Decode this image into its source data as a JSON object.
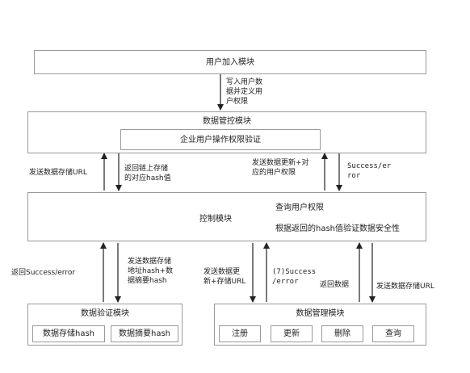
{
  "modules": {
    "user_join": "用户加入模块",
    "data_control": "数据管控模块",
    "enterprise_auth": "企业用户操作权限验证",
    "control": "控制模块",
    "query_permission": "查询用户权限",
    "verify_hash": "根据返回的hash值验证数据安全性",
    "data_verify": "数据验证模块",
    "data_store_hash": "数据存储hash",
    "data_digest_hash": "数据摘要hash",
    "data_manage": "数据管理模块",
    "register": "注册",
    "update": "更新",
    "delete": "删除",
    "query": "查询"
  },
  "edges": {
    "write_user": [
      "写入用户数",
      "据并定义用",
      "户权限"
    ],
    "send_url_left": "发送数据存储URL",
    "return_chain": [
      "返回链上存储",
      "的对应hash值"
    ],
    "send_update": [
      "发送数据更新+对",
      "应的用户权限"
    ],
    "success_error_right": [
      "Success/er",
      "ror"
    ],
    "return_success_error": "返回Success/error",
    "send_addr_hash": [
      "发送数据存储",
      "地址hash+数",
      "据摘要hash"
    ],
    "send_update_url": [
      "发送数据更",
      "新+存储URL"
    ],
    "success_error_7": [
      "(7)Success",
      "/error"
    ],
    "return_data": "返回数据",
    "send_url_right": "发送数据存储URL"
  }
}
